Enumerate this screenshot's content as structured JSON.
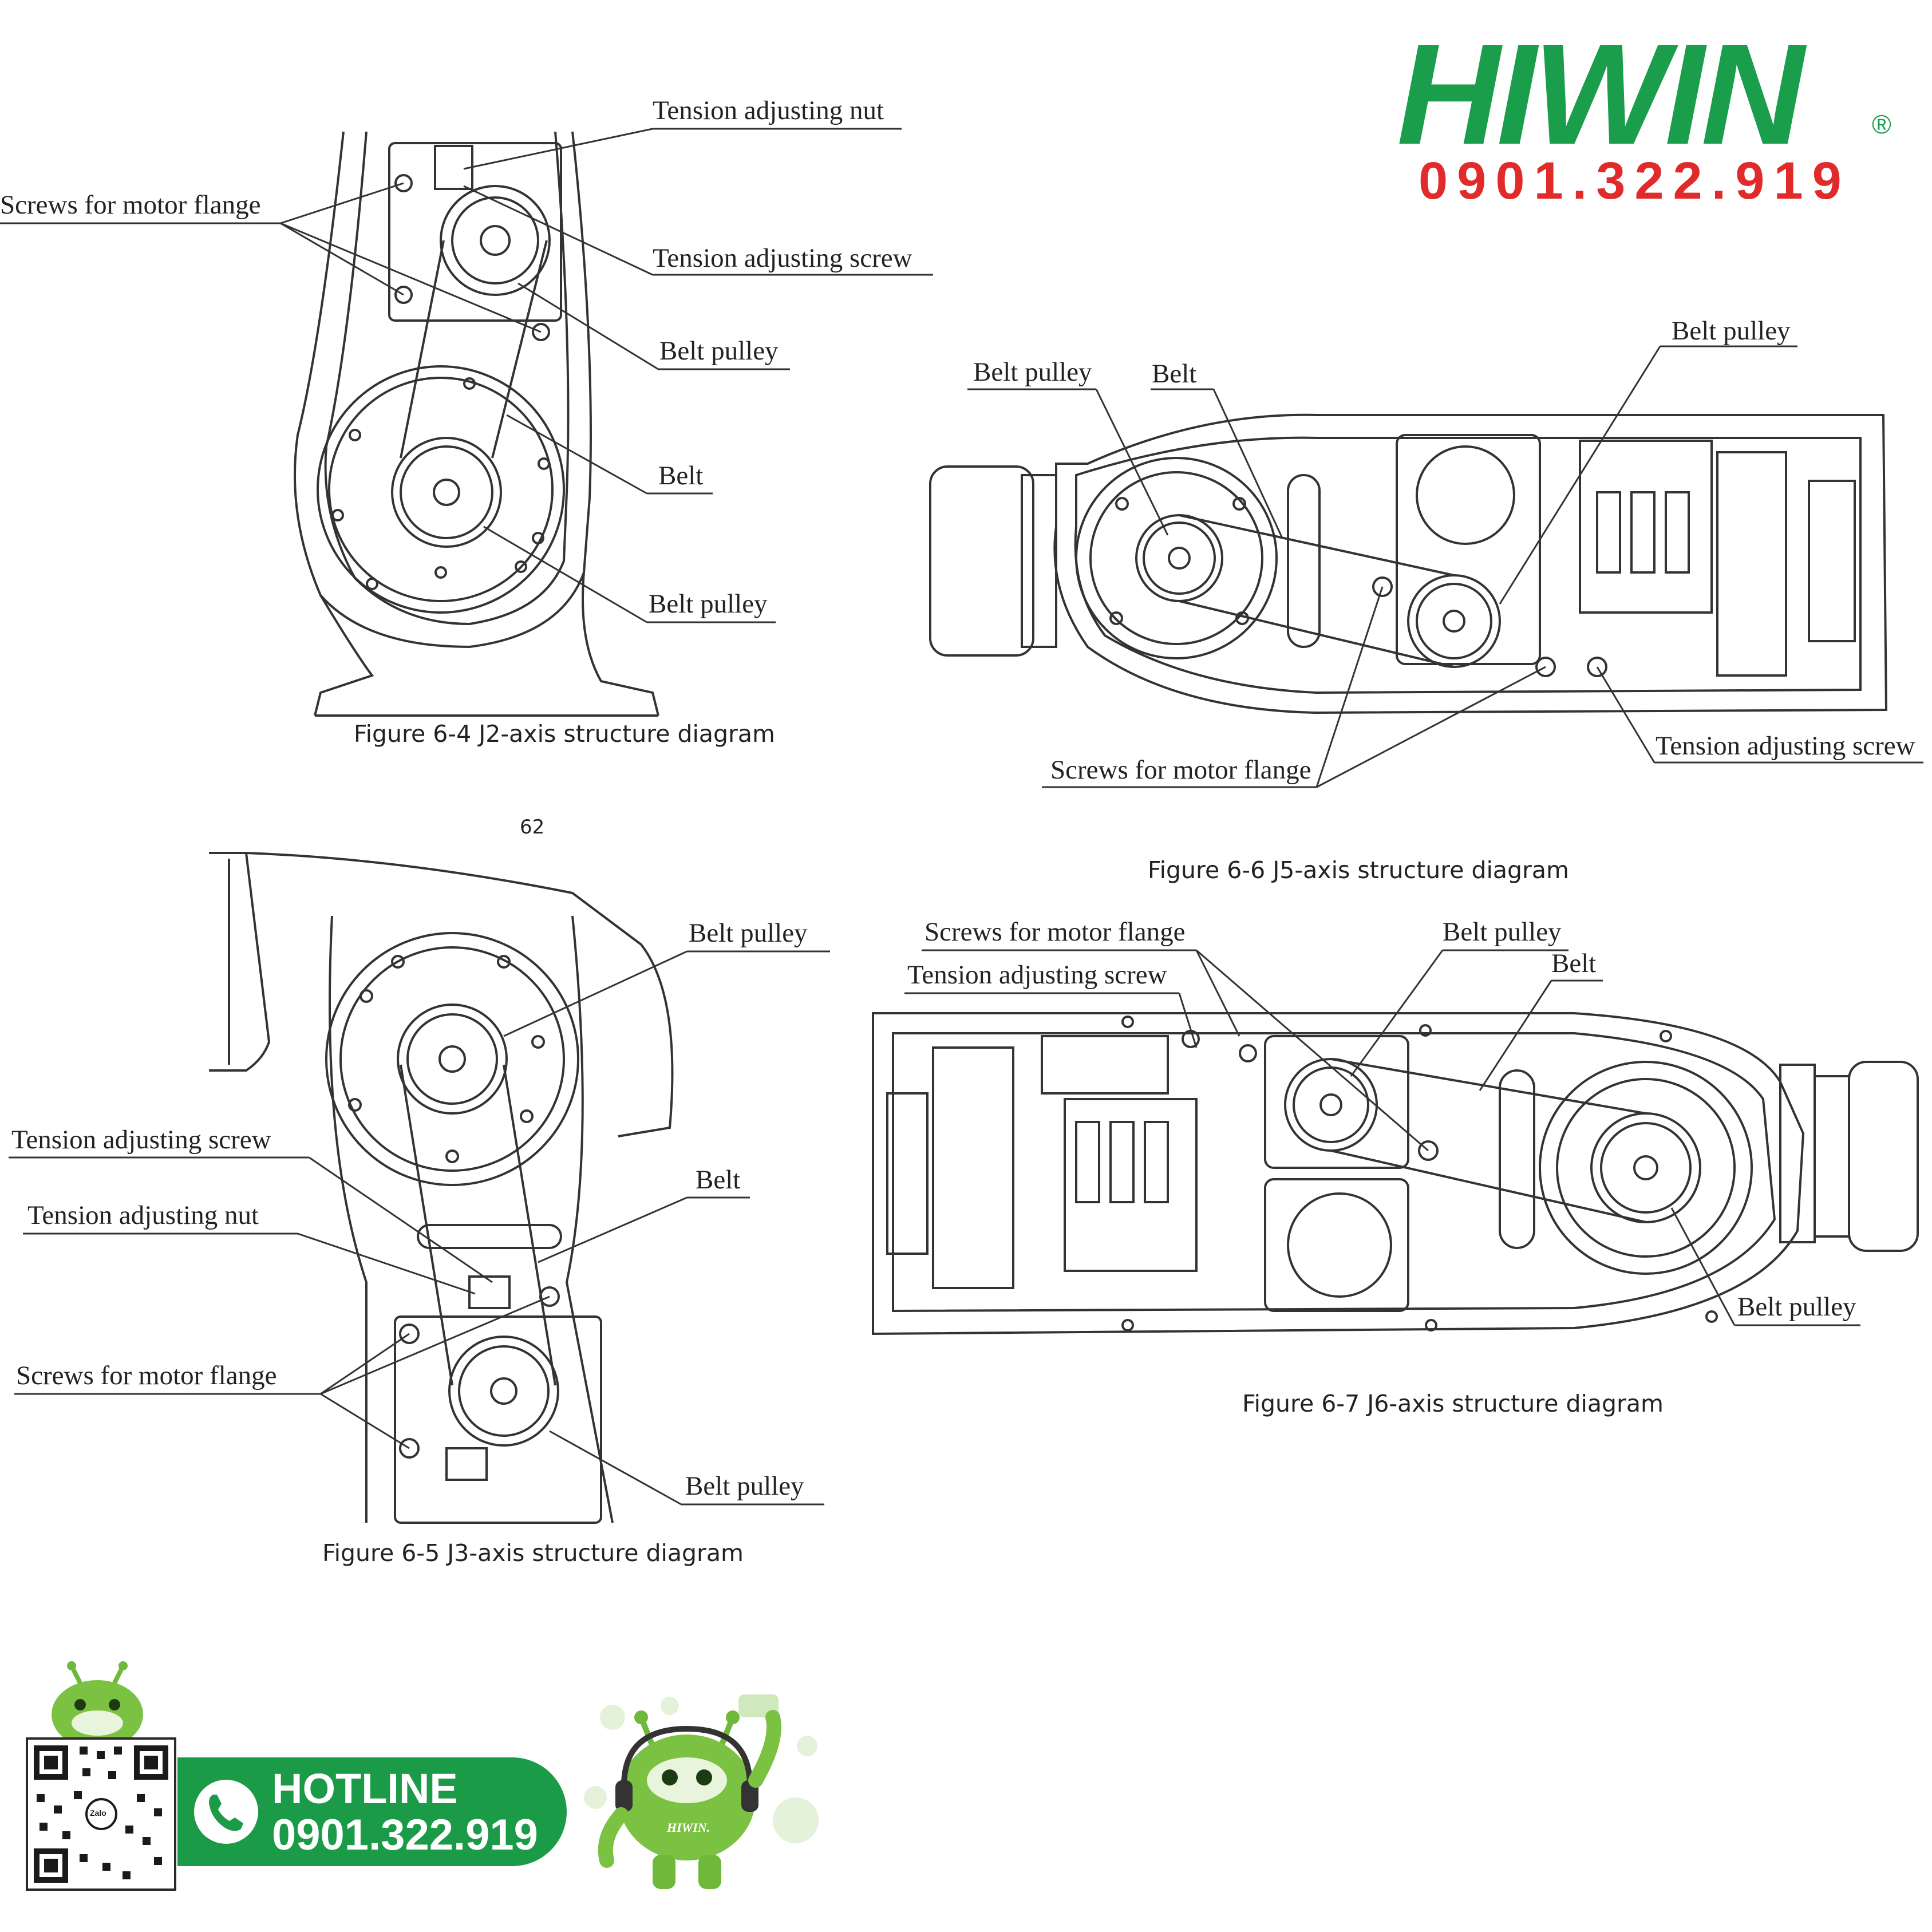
{
  "brand": {
    "name": "HIWIN",
    "registered": "®",
    "phone": "0901.322.919"
  },
  "page_number": "62",
  "figures": [
    {
      "caption": "Figure 6-4 J2-axis structure diagram",
      "labels": [
        "Tension adjusting nut",
        "Screws for motor flange",
        "Tension adjusting screw",
        "Belt pulley",
        "Belt",
        "Belt pulley"
      ]
    },
    {
      "caption": "Figure 6-5 J3-axis structure diagram",
      "labels": [
        "Belt pulley",
        "Tension adjusting screw",
        "Belt",
        "Tension adjusting nut",
        "Screws for motor flange",
        "Belt pulley"
      ]
    },
    {
      "caption": "Figure 6-6 J5-axis structure diagram",
      "labels": [
        "Belt pulley",
        "Belt",
        "Belt pulley",
        "Screws for motor flange",
        "Tension adjusting screw"
      ]
    },
    {
      "caption": "Figure 6-7 J6-axis structure diagram",
      "labels": [
        "Screws for motor flange",
        "Belt pulley",
        "Tension adjusting screw",
        "Belt",
        "Belt pulley"
      ]
    }
  ],
  "hotline": {
    "title": "HOTLINE",
    "phone": "0901.322.919",
    "qr_badge": "Zalo",
    "mascot_text": "HIWIN."
  },
  "colors": {
    "brand_green": "#1a9e4b",
    "phone_red": "#e12b2b",
    "hotline_green": "#1b9a48",
    "line": "#333333"
  }
}
